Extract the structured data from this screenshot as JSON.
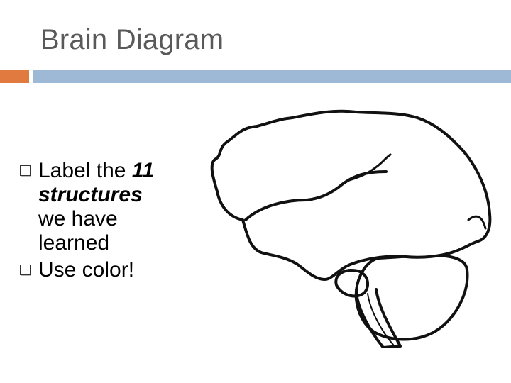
{
  "slide": {
    "title": "Brain Diagram",
    "accent_color": "#E07A3F",
    "bar_color": "#9DB9D5",
    "bullets": [
      {
        "lead": "Label the ",
        "emphasis": "11 structures",
        "tail": " we have learned"
      },
      {
        "text": "Use color!"
      }
    ],
    "bullet_icon": "hollow-square-bullet-icon",
    "illustration": "brain-outline-drawing"
  }
}
